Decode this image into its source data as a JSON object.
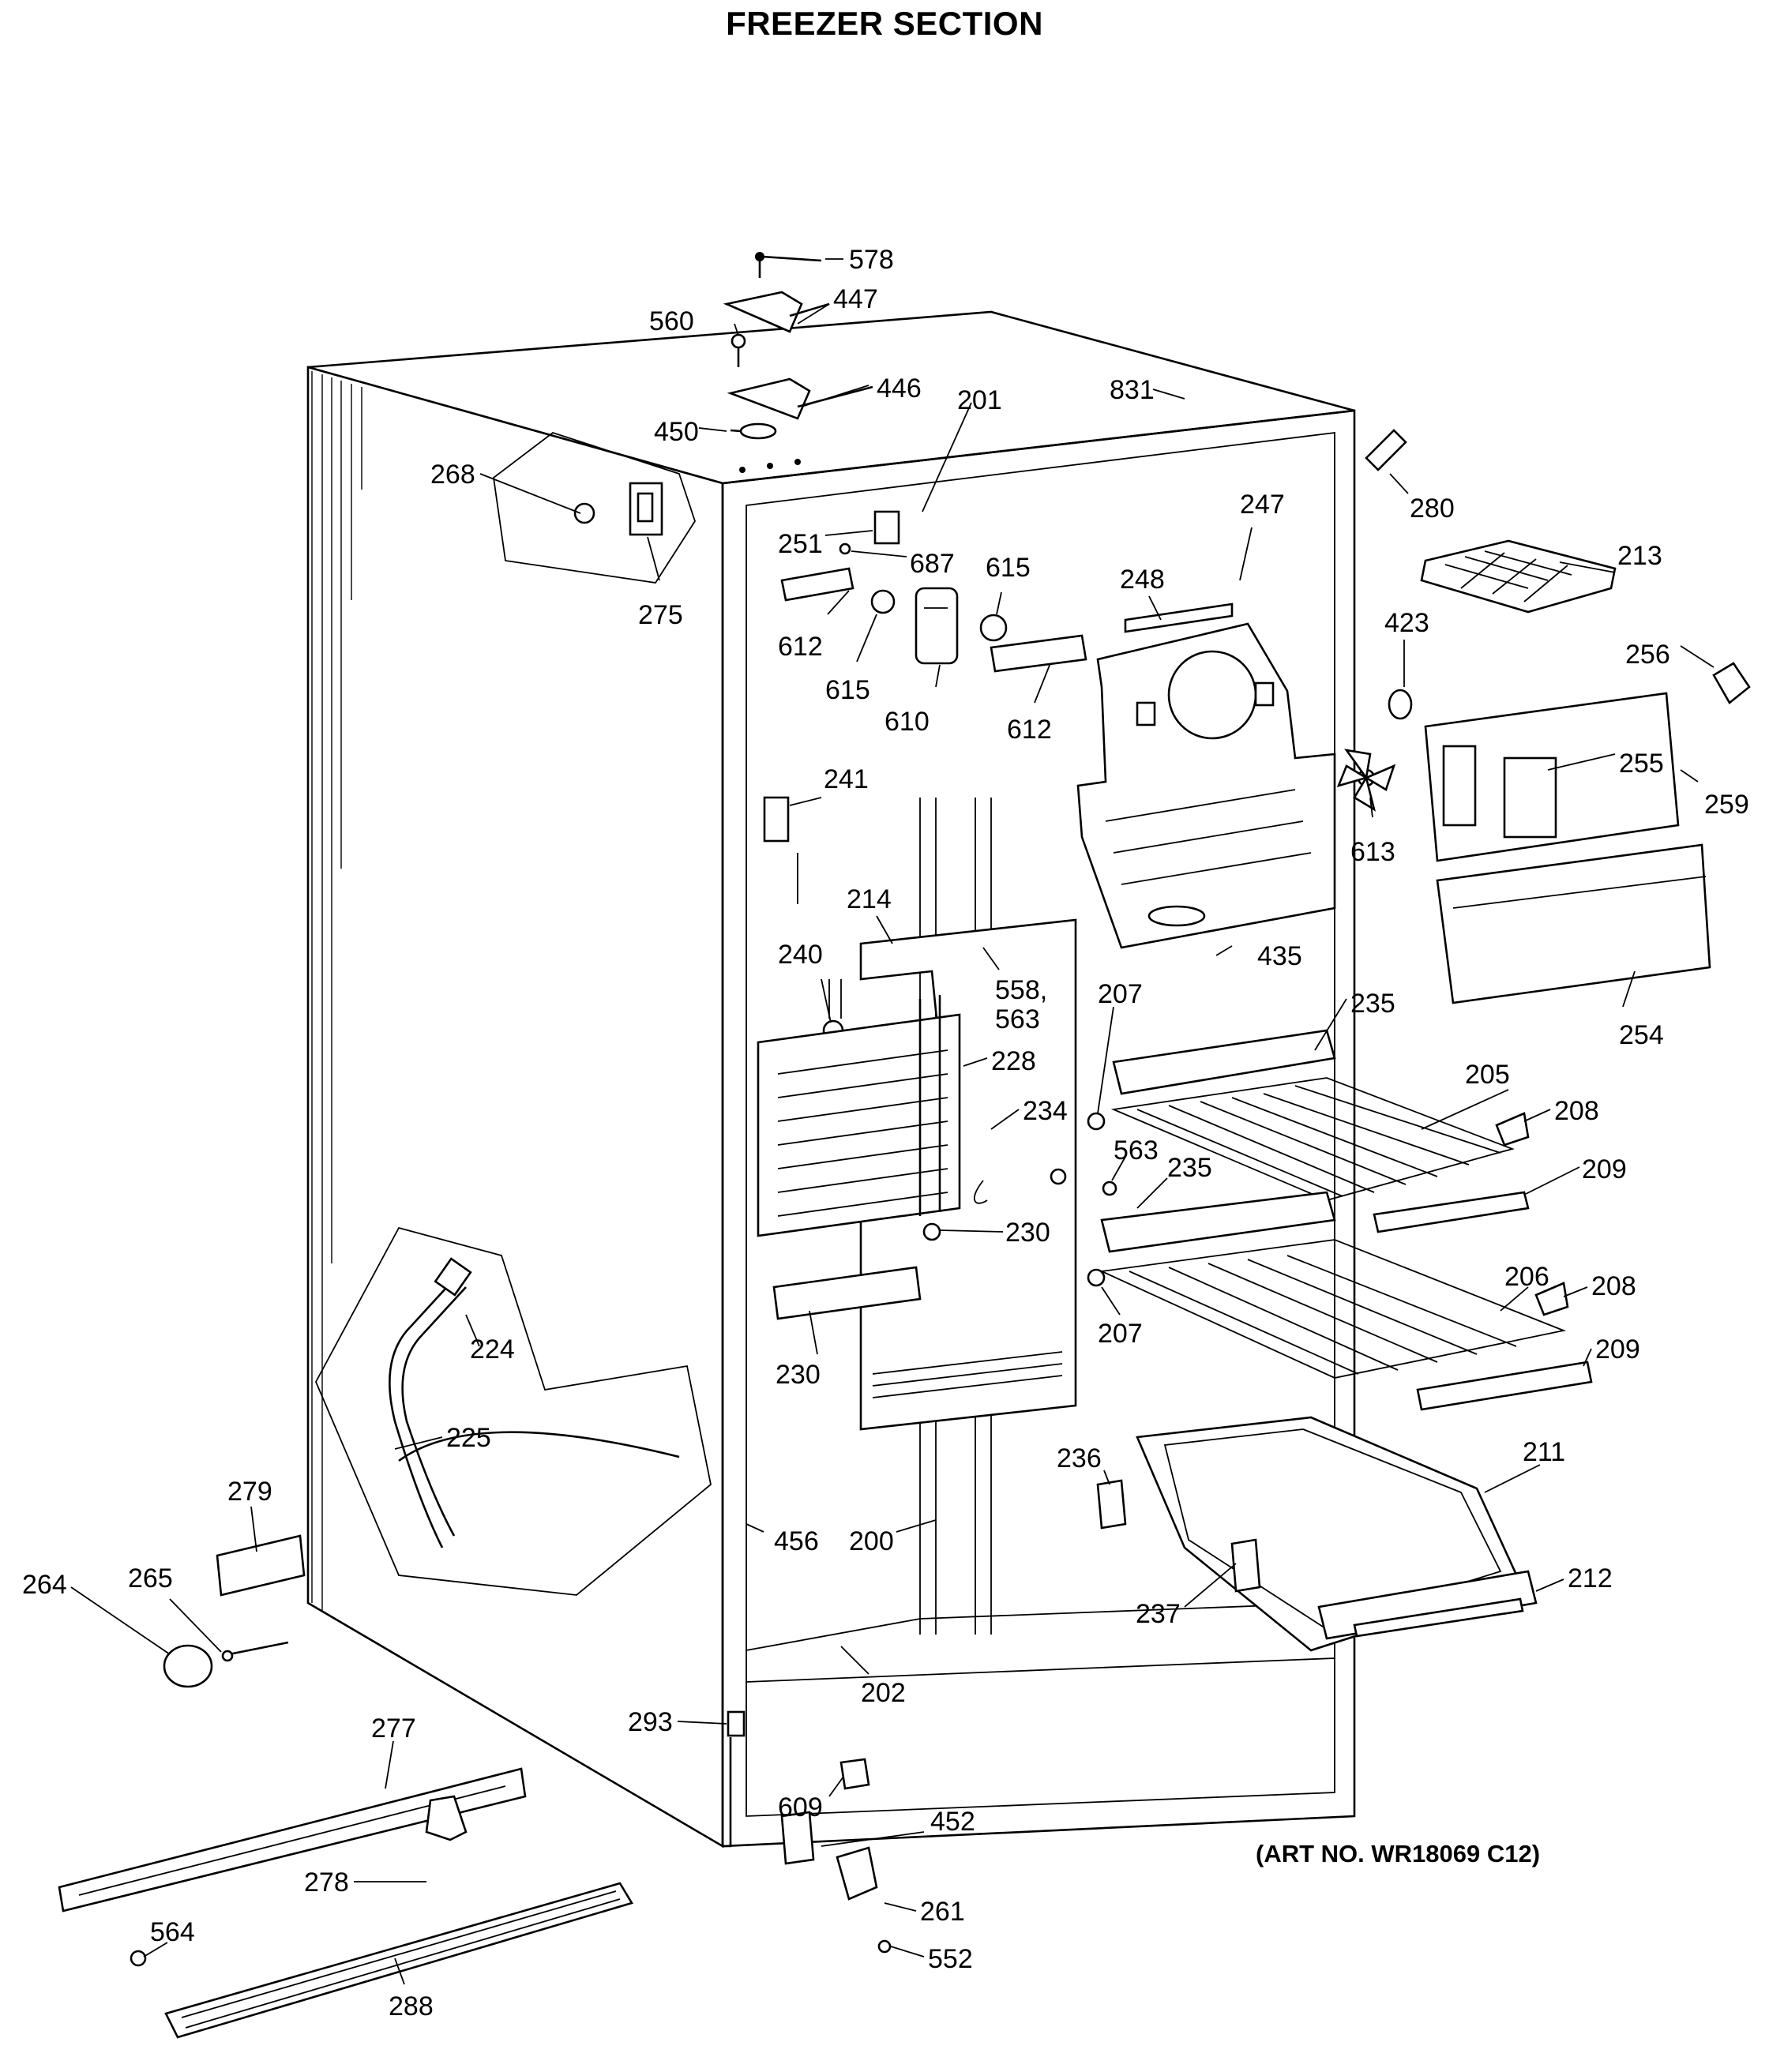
{
  "title": "FREEZER SECTION",
  "art_number": "(ART NO. WR18069 C12)",
  "callouts": [
    "578",
    "447",
    "560",
    "446",
    "450",
    "201",
    "831",
    "280",
    "268",
    "275",
    "251",
    "687",
    "615",
    "612",
    "615",
    "610",
    "612",
    "248",
    "247",
    "213",
    "423",
    "256",
    "255",
    "259",
    "613",
    "241",
    "214",
    "240",
    "558,",
    "563",
    "435",
    "207",
    "235",
    "254",
    "228",
    "234",
    "205",
    "208",
    "563",
    "235",
    "209",
    "230",
    "207",
    "206",
    "208",
    "209",
    "224",
    "225",
    "230",
    "211",
    "236",
    "279",
    "456",
    "200",
    "264",
    "265",
    "237",
    "212",
    "202",
    "293",
    "277",
    "609",
    "452",
    "278",
    "261",
    "564",
    "552",
    "288"
  ]
}
